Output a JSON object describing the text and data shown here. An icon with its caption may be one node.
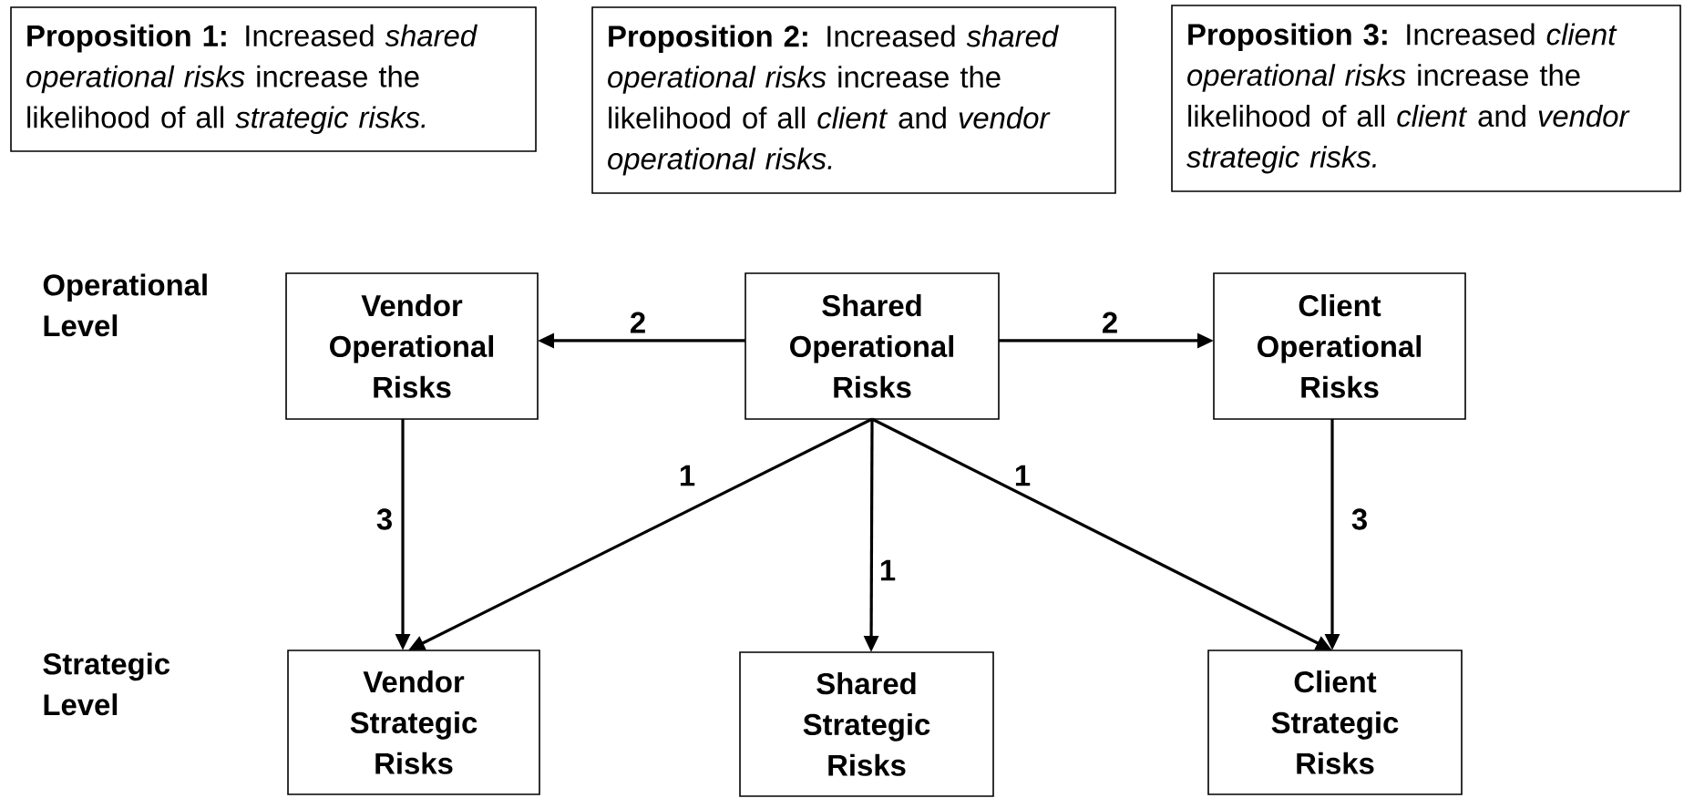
{
  "diagram": {
    "nodes": [
      {
        "text": [
          "**Proposition 1:** Increased *shared operational risks* increase the likelihood of all *strategic risks.*"
        ]
      },
      {
        "text": [
          "**Proposition 2:** Increased *shared operational risks* increase the likelihood of all *client* and *vendor operational risks.*"
        ]
      },
      {
        "text": [
          "**Proposition 3:** Increased *client operational risks* increase the likelihood of all *client* and *vendor strategic risks.*"
        ]
      },
      {
        "text": [
          "Vendor Operational Risks"
        ]
      },
      {
        "text": [
          "Shared Operational Risks"
        ]
      },
      {
        "text": [
          "Client Operational Risks"
        ]
      },
      {
        "text": [
          "Vendor Strategic Risks"
        ]
      },
      {
        "text": [
          "Shared Strategic Risks"
        ]
      },
      {
        "text": [
          "Client Strategic Risks"
        ]
      }
    ],
    "edges": [
      {
        "from": 4,
        "to": 3,
        "arrow": "to",
        "label": "2"
      },
      {
        "from": 4,
        "to": 5,
        "arrow": "to",
        "label": "2"
      },
      {
        "from": 4,
        "to": 6,
        "arrow": "to",
        "label": "1"
      },
      {
        "from": 4,
        "to": 7,
        "arrow": "to",
        "label": "1"
      },
      {
        "from": 4,
        "to": 8,
        "arrow": "to",
        "label": "1"
      },
      {
        "from": 3,
        "to": 6,
        "arrow": "to",
        "label": "3"
      },
      {
        "from": 5,
        "to": 8,
        "arrow": "to",
        "label": "3"
      }
    ],
    "labels": [
      "Operational Level",
      "Strategic Level"
    ]
  }
}
